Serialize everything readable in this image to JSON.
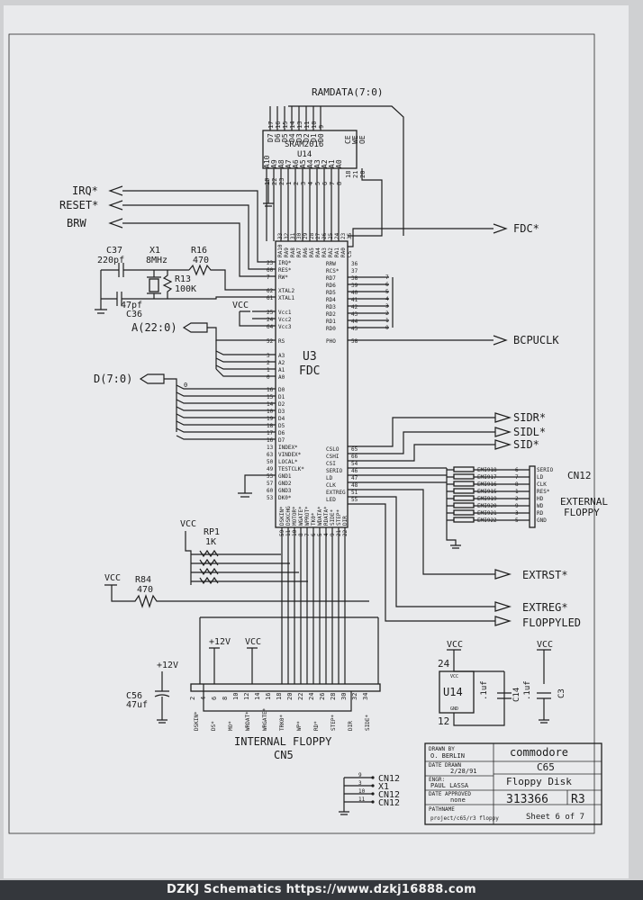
{
  "bus": {
    "ramdata": "RAMDATA(7:0)"
  },
  "sram": {
    "name": "SRAM2016",
    "ref": "U14",
    "top_pins": [
      "D7",
      "D6",
      "D5",
      "D4",
      "D3",
      "D2",
      "D1",
      "D0"
    ],
    "top_nums": [
      "17",
      "16",
      "15",
      "14",
      "13",
      "11",
      "10",
      "9"
    ],
    "ctrl_labels": [
      "CE",
      "WE",
      "OE"
    ],
    "ctrl_nums": [
      "18",
      "21",
      "20"
    ],
    "addr_labels": [
      "A10",
      "A9",
      "A8",
      "A7",
      "A6",
      "A5",
      "A4",
      "A3",
      "A2",
      "A1",
      "A0"
    ],
    "addr_nums": [
      "19",
      "22",
      "23",
      "1",
      "2",
      "3",
      "4",
      "5",
      "6",
      "7",
      "8"
    ]
  },
  "left_signals": {
    "irq": "IRQ*",
    "reset": "RESET*",
    "brw": "BRW"
  },
  "osc": {
    "c37": "C37",
    "c37_val": "220pf",
    "x1": "X1",
    "x1_val": "8MHz",
    "r16": "R16",
    "r16_val": "470",
    "r13": "R13",
    "r13_val": "100K",
    "c36_val": "47pf",
    "c36": "C36"
  },
  "vcc": "VCC",
  "v12": "+12V",
  "a_bus": "A(22:0)",
  "d_bus": "D(7:0)",
  "fdc": {
    "ref": "U3",
    "name": "FDC",
    "left_pins": [
      {
        "n": "23",
        "l": "IRQ*"
      },
      {
        "n": "60",
        "l": "RES*"
      },
      {
        "n": "7",
        "l": "RW*"
      },
      {
        "n": "62",
        "l": "XTAL2"
      },
      {
        "n": "61",
        "l": "XTAL1"
      },
      {
        "n": "25",
        "l": "Vcc1"
      },
      {
        "n": "24",
        "l": "Vcc2"
      },
      {
        "n": "64",
        "l": "Vcc3"
      },
      {
        "n": "52",
        "l": "RS"
      },
      {
        "n": "3",
        "l": "A3"
      },
      {
        "n": "2",
        "l": "A2"
      },
      {
        "n": "1",
        "l": "A1"
      },
      {
        "n": "0",
        "l": "A0"
      },
      {
        "n": "16",
        "l": "D0"
      },
      {
        "n": "15",
        "l": "D1"
      },
      {
        "n": "14",
        "l": "D2"
      },
      {
        "n": "10",
        "l": "D3"
      },
      {
        "n": "19",
        "l": "D4"
      },
      {
        "n": "18",
        "l": "D5"
      },
      {
        "n": "17",
        "l": "D6"
      },
      {
        "n": "16",
        "l": "D7"
      },
      {
        "n": "13",
        "l": "INDEX*"
      },
      {
        "n": "63",
        "l": "VINDEX*"
      },
      {
        "n": "50",
        "l": "LOCAL*"
      },
      {
        "n": "49",
        "l": "TESTCLK*"
      },
      {
        "n": "53",
        "l": "GND1"
      },
      {
        "n": "57",
        "l": "GND2"
      },
      {
        "n": "60",
        "l": "GND3"
      },
      {
        "n": "53",
        "l": "DK0*"
      }
    ],
    "right_pins": [
      {
        "n": "36",
        "l": "RRW"
      },
      {
        "n": "37",
        "l": "RCS*"
      },
      {
        "n": "38",
        "l": "RD7"
      },
      {
        "n": "39",
        "l": "RD6"
      },
      {
        "n": "40",
        "l": "RD5"
      },
      {
        "n": "41",
        "l": "RD4"
      },
      {
        "n": "42",
        "l": "RD3"
      },
      {
        "n": "43",
        "l": "RD2"
      },
      {
        "n": "44",
        "l": "RD1"
      },
      {
        "n": "45",
        "l": "RD0"
      },
      {
        "n": "58",
        "l": "PHO"
      },
      {
        "n": "65",
        "l": "CSLO"
      },
      {
        "n": "66",
        "l": "CSHI"
      },
      {
        "n": "54",
        "l": "CSI"
      },
      {
        "n": "46",
        "l": "SERIO"
      },
      {
        "n": "47",
        "l": "LD"
      },
      {
        "n": "48",
        "l": "CLK"
      },
      {
        "n": "51",
        "l": "EXTREG"
      },
      {
        "n": "55",
        "l": "LED"
      }
    ],
    "top_pins": [
      "RA10",
      "RA9",
      "RA8",
      "RA7",
      "RA6",
      "RA5",
      "RA4",
      "RA3",
      "RA2",
      "RA1",
      "RA0",
      "CS"
    ],
    "top_nums": [
      "33",
      "32",
      "31",
      "30",
      "29",
      "28",
      "27",
      "26",
      "25",
      "24",
      "23",
      "35"
    ],
    "bottom_labels": [
      "DSKIN*",
      "DSKCHG",
      "MOTOR*",
      "WGATE*",
      "WPROT*",
      "TK0*",
      "WDATA*",
      "RDATA*",
      "SIDE*",
      "STEP*",
      "DIR"
    ],
    "bottom_nums": [
      "59",
      "11",
      "10",
      "8",
      "7",
      "6",
      "5",
      "4",
      "9",
      "21",
      "22"
    ],
    "rd_nums": [
      "7",
      "6",
      "5",
      "4",
      "3",
      "2",
      "1",
      "0"
    ]
  },
  "right_signals": {
    "fdc": "FDC*",
    "bcpuclk": "BCPUCLK",
    "sidr": "SIDR*",
    "sidl": "SIDL*",
    "sid": "SID*",
    "extrst": "EXTRST*",
    "extreg": "EXTREG*",
    "floppyled": "FLOPPYLED"
  },
  "cn12": {
    "ref": "CN12",
    "title1": "EXTERNAL",
    "title2": "FLOPPY",
    "ems": [
      "EMI918",
      "EMI917",
      "EMI916",
      "EMI915",
      "EMI919",
      "EMI920",
      "EMI921",
      "EMI922"
    ],
    "nums": [
      "6",
      "7",
      "8",
      "1",
      "2",
      "9",
      "3",
      "5"
    ],
    "labels": [
      "SERIO",
      "LD",
      "CLK",
      "RES*",
      "HD",
      "WD",
      "RD",
      "GND"
    ]
  },
  "rp1": {
    "ref": "RP1",
    "val": "1K"
  },
  "r84": {
    "ref": "R84",
    "val": "470"
  },
  "cn5": {
    "title": "INTERNAL FLOPPY",
    "ref": "CN5",
    "nums": [
      "2",
      "4",
      "6",
      "8",
      "10",
      "12",
      "14",
      "16",
      "18",
      "20",
      "22",
      "24",
      "26",
      "28",
      "30",
      "32",
      "34"
    ],
    "labels": [
      "DSKIN*",
      "DS*",
      "MO*",
      "WRDAT*",
      "WRGATE*",
      "TRK0*",
      "WP*",
      "RD*",
      "STEP*",
      "DIR",
      "SIDE*"
    ]
  },
  "c56": {
    "ref": "C56",
    "val": "47uf"
  },
  "power": {
    "u14": "U14",
    "vcc_pin": "24",
    "gnd_pin": "12",
    "vcc_l": "VCC",
    "gnd_l": "GND",
    "c14_val": ".1uf",
    "c14": "C14",
    "c3_val": ".1uf",
    "c3": "C3"
  },
  "spare": {
    "pins": [
      "9",
      "3",
      "10",
      "11"
    ],
    "labels": [
      "CN12",
      "X1",
      "CN12",
      "CN12"
    ]
  },
  "title_block": {
    "drawn_by_l": "DRAWN BY",
    "drawn_by": "O. BERLIN",
    "date_drawn_l": "DATE DRAWN",
    "date_drawn": "2/28/91",
    "engr_l": "ENGR:",
    "engr": "PAUL LASSA",
    "approved_l": "DATE APPROVED",
    "approved": "none",
    "pathname_l": "PATHNAME",
    "pathname": "project/c65/r3 floppy",
    "company": "commodore",
    "product": "C65",
    "title": "Floppy Disk",
    "number": "313366",
    "rev": "R3",
    "sheet": "Sheet 6 of 7"
  },
  "footer": "DZKJ Schematics https://www.dzkj16888.com"
}
